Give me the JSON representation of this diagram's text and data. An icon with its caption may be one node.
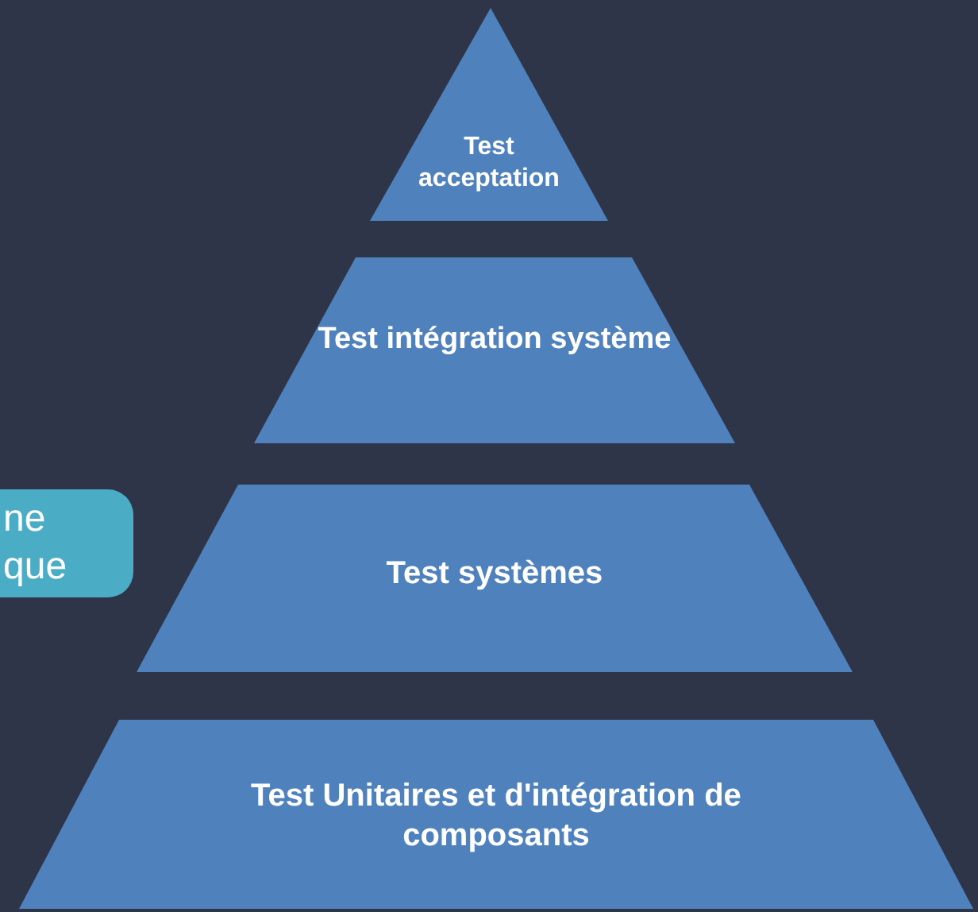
{
  "diagram": {
    "nodes": [
      {
        "text": [
          "Test acceptation"
        ]
      },
      {
        "text": [
          "Test intégration système"
        ]
      },
      {
        "text": [
          "Test systèmes"
        ]
      },
      {
        "text": [
          "Test Unitaires et d'intégration de composants"
        ]
      },
      {
        "text": [
          "ne que"
        ]
      }
    ]
  }
}
